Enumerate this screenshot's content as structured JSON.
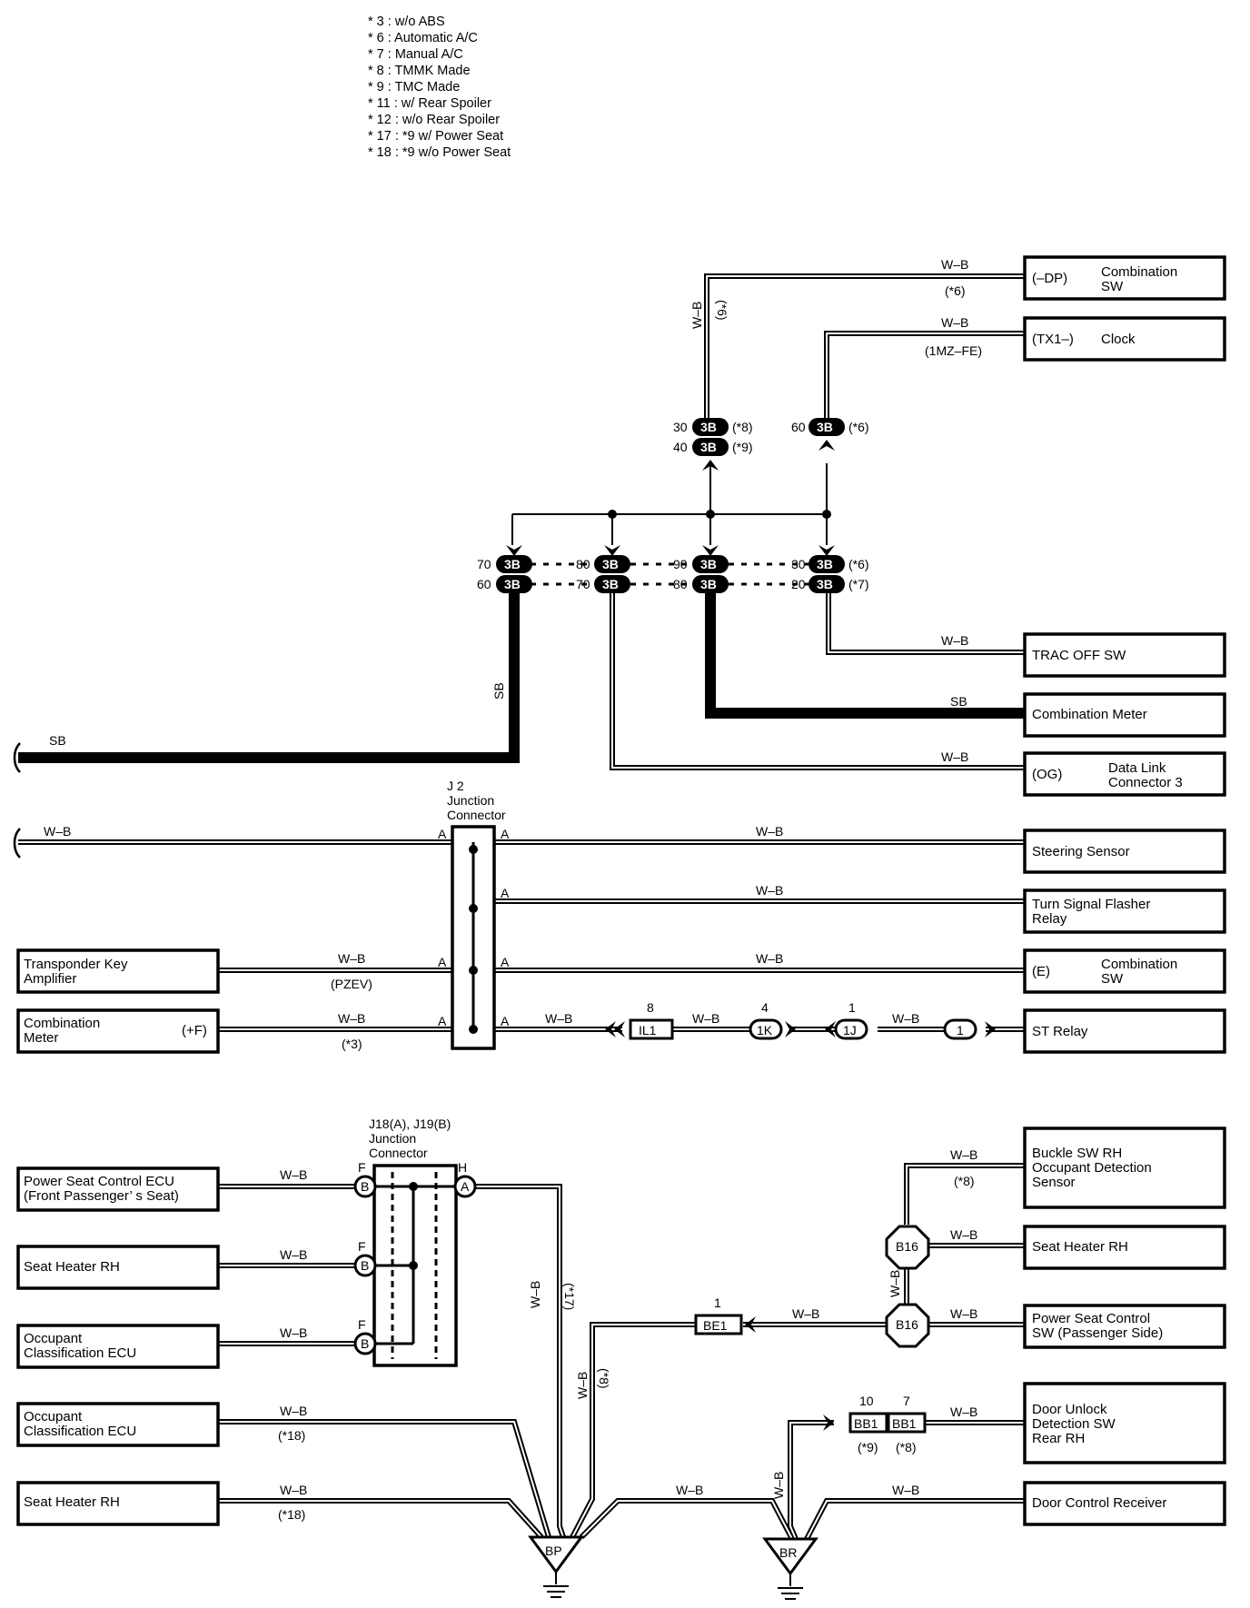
{
  "notes": [
    "* 3 : w/o ABS",
    "* 6 : Automatic A/C",
    "* 7 : Manual A/C",
    "* 8 : TMMK Made",
    "* 9 : TMC Made",
    "* 11 : w/ Rear Spoiler",
    "* 12 : w/o Rear Spoiler",
    "* 17 : *9 w/ Power Seat",
    "* 18 : *9 w/o Power Seat"
  ],
  "components": {
    "comb_sw_dp": {
      "pin": "(–DP)",
      "name": [
        "Combination",
        "SW"
      ]
    },
    "clock": {
      "pin": "(TX1–)",
      "name": [
        "Clock"
      ]
    },
    "trac_off": {
      "pin": "",
      "name": [
        "TRAC OFF SW"
      ]
    },
    "comb_meter_sb": {
      "pin": "",
      "name": [
        "Combination Meter"
      ]
    },
    "dlc3": {
      "pin": "(OG)",
      "name": [
        "Data Link",
        "Connector 3"
      ]
    },
    "steering": {
      "pin": "",
      "name": [
        "Steering Sensor"
      ]
    },
    "turn_signal": {
      "pin": "",
      "name": [
        "Turn Signal Flasher",
        "Relay"
      ]
    },
    "comb_sw_e": {
      "pin": "(E)",
      "name": [
        "Combination",
        "SW"
      ]
    },
    "st_relay": {
      "pin": "",
      "name": [
        "ST Relay"
      ]
    },
    "transponder": {
      "pin": "",
      "name": [
        "Transponder Key",
        "Amplifier"
      ]
    },
    "comb_meter_f": {
      "pin": "(+F)",
      "name": [
        "Combination",
        "Meter"
      ]
    },
    "ps_ecu": {
      "pin": "",
      "name": [
        "Power Seat Control ECU",
        "(Front Passenger’ s Seat)"
      ]
    },
    "seat_heater_l1": {
      "pin": "",
      "name": [
        "Seat Heater RH"
      ]
    },
    "occ_ecu_1": {
      "pin": "",
      "name": [
        "Occupant",
        "Classification ECU"
      ]
    },
    "occ_ecu_2": {
      "pin": "",
      "name": [
        "Occupant",
        "Classification ECU"
      ]
    },
    "seat_heater_l2": {
      "pin": "",
      "name": [
        "Seat Heater RH"
      ]
    },
    "buckle_sw": {
      "pin": "",
      "name": [
        "Buckle SW RH",
        "Occupant Detection",
        "Sensor"
      ]
    },
    "seat_heater_r": {
      "pin": "",
      "name": [
        "Seat Heater RH"
      ]
    },
    "ps_sw": {
      "pin": "",
      "name": [
        "Power Seat Control",
        "SW (Passenger Side)"
      ]
    },
    "door_unlock": {
      "pin": "",
      "name": [
        "Door Unlock",
        "Detection SW",
        "Rear RH"
      ]
    },
    "door_ctrl": {
      "pin": "",
      "name": [
        "Door Control Receiver"
      ]
    }
  },
  "junctions": {
    "j2": [
      "J 2",
      "Junction",
      "Connector"
    ],
    "j18": [
      "J18(A), J19(B)",
      "Junction",
      "Connector"
    ]
  },
  "connectors": {
    "c3b": "3B",
    "b": "B",
    "a": "A",
    "il1": "IL1",
    "k1": "1K",
    "j1": "1J",
    "one": "1",
    "be1": "BE1",
    "bb1": "BB1",
    "b16": "B16",
    "bp": "BP",
    "br": "BR"
  },
  "wires": {
    "wb": "W–B",
    "sb": "SB"
  },
  "pins": {
    "p30": "30",
    "p40": "40",
    "p60": "60",
    "p70": "70",
    "p80": "80",
    "p90": "90",
    "p20": "20",
    "p8": "8",
    "p4": "4",
    "p1": "1",
    "p10": "10",
    "p7": "7",
    "pA": "A",
    "pF": "F",
    "pH": "H"
  },
  "cond": {
    "c3": "(*3)",
    "c6": "(*6)",
    "c7": "(*7)",
    "c8": "(*8)",
    "c9": "(*9)",
    "c17": "(*17)",
    "c18": "(*18)",
    "c6b": "(*6)",
    "mz": "(1MZ–FE)",
    "pzev": "(PZEV)"
  }
}
